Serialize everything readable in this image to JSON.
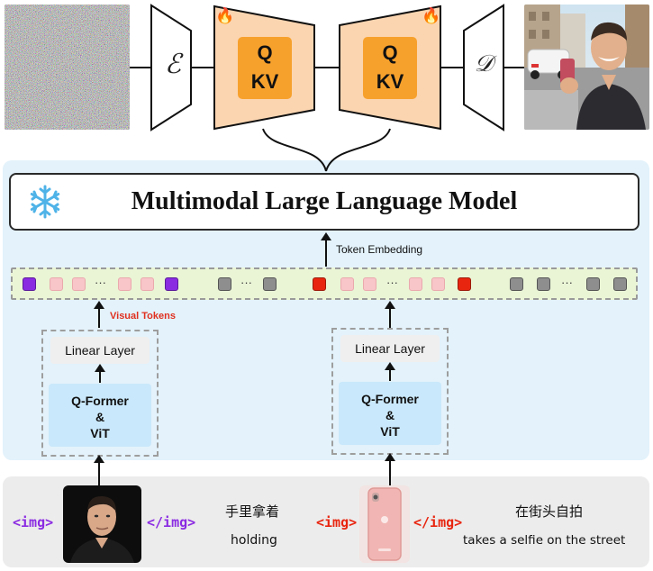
{
  "diagram": {
    "encoder_symbol": "ℰ",
    "decoder_symbol": "𝒟",
    "adapter_left": {
      "line1": "Q",
      "line2": "KV"
    },
    "adapter_right": {
      "line1": "Q",
      "line2": "KV"
    },
    "fire_icon": "🔥",
    "llm_title": "Multimodal Large Language Model",
    "snowflake_icon": "❄",
    "token_embedding_label": "Token Embedding",
    "visual_tokens_label": "Visual Tokens",
    "ellipsis": "···",
    "left_encoder": {
      "linear": "Linear Layer",
      "qformer_line1": "Q-Former",
      "qformer_line2": "&",
      "qformer_line3": "ViT"
    },
    "right_encoder": {
      "linear": "Linear Layer",
      "qformer_line1": "Q-Former",
      "qformer_line2": "&",
      "qformer_line3": "ViT"
    },
    "prompt": {
      "img_open_1": "<img>",
      "img_close_1": "</img>",
      "text1_cn": "手里拿着",
      "text1_en": "holding",
      "img_open_2": "<img>",
      "img_close_2": "</img>",
      "text2_cn": "在街头自拍",
      "text2_en": "takes a selfie on the street"
    }
  },
  "colors": {
    "adapter_fill": "#fbd5b0",
    "qkv_box": "#f7a12d",
    "mllm_panel": "#e3f2fb",
    "token_strip": "#eaf5d6",
    "purple_token": "#8a2be2",
    "red_token": "#e8250f",
    "pink_token": "#f8c5c8",
    "gray_token": "#8e8e8e",
    "qformer_fill": "#c9e8fb",
    "visual_tokens_text": "#e0301e",
    "img_tag_purple": "#8b2be2",
    "img_tag_red": "#e8250f",
    "prompt_panel": "#ececec"
  }
}
